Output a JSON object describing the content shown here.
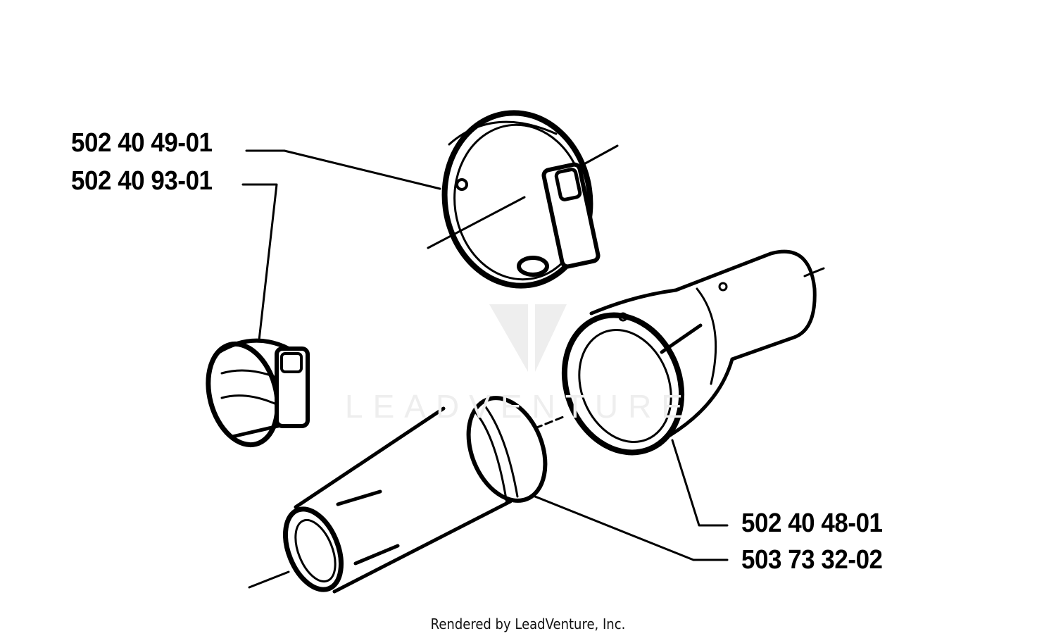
{
  "parts": {
    "clamp_large": "502 40 49-01",
    "clamp_small": "502 40 93-01",
    "outer_coupling": "502 40 48-01",
    "inner_tube": "503 73 32-02"
  },
  "footer": {
    "text": "Rendered by LeadVenture, Inc."
  },
  "watermark": {
    "text": "LEADVENTURE"
  }
}
